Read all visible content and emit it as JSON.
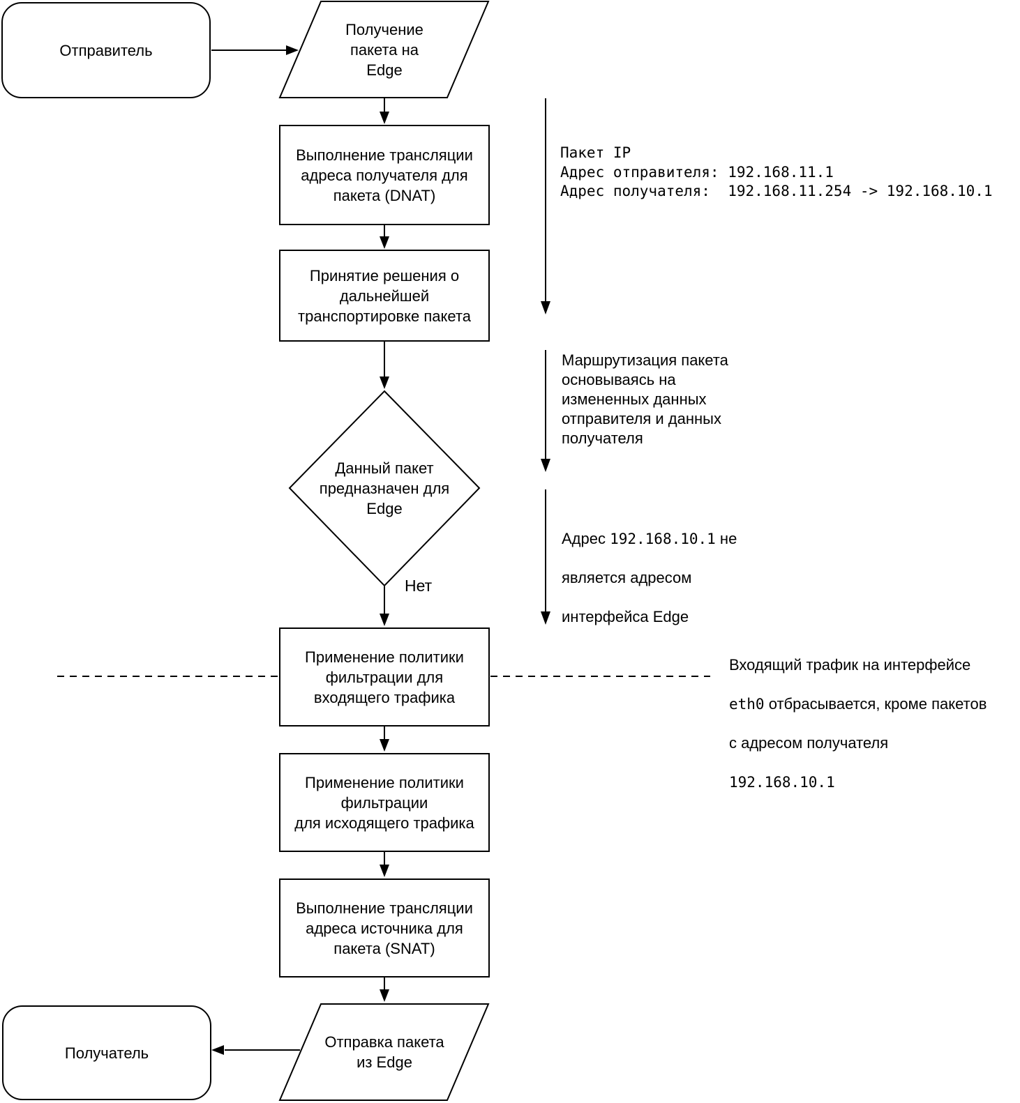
{
  "flowchart": {
    "nodes": {
      "sender": {
        "shape": "terminal",
        "label": "Отправитель"
      },
      "receive": {
        "shape": "io",
        "label": "Получение\nпакета на\nEdge"
      },
      "dnat": {
        "shape": "process",
        "label": "Выполнение трансляции\nадреса получателя для\nпакета (DNAT)"
      },
      "route_decision": {
        "shape": "process",
        "label": "Принятие решения о\nдальнейшей\nтранспортировке пакета"
      },
      "is_for_edge": {
        "shape": "decision",
        "label": "Данный пакет\nпредназначен для\nEdge"
      },
      "filter_in": {
        "shape": "process",
        "label": "Применение политики\nфильтрации для\nвходящего трафика"
      },
      "filter_out": {
        "shape": "process",
        "label": "Применение политики\nфильтрации\nдля исходящего трафика"
      },
      "snat": {
        "shape": "process",
        "label": "Выполнение трансляции\nадреса источника для\nпакета (SNAT)"
      },
      "send": {
        "shape": "io",
        "label": "Отправка пакета\nиз Edge"
      },
      "receiver": {
        "shape": "terminal",
        "label": "Получатель"
      }
    },
    "branch_labels": {
      "no": "Нет"
    }
  },
  "annotations": {
    "packet_info": {
      "text": "Пакет IP\nАдрес отправителя: 192.168.11.1\nАдрес получателя:  192.168.11.254 -> 192.168.10.1"
    },
    "routing_note": {
      "text": "Маршрутизация пакета\nосновываясь на\nизмененных данных\nотправителя и данных\nполучателя"
    },
    "address_note": {
      "line1_pre": "Адрес ",
      "line1_ip": "192.168.10.1",
      "line1_post": " не",
      "line2": "является адресом",
      "line3": "интерфейса Edge"
    },
    "filter_note": {
      "line1": "Входящий трафик на интерфейсе",
      "line2_code": "eth0",
      "line2_rest": " отбрасывается, кроме пакетов",
      "line3": "с адресом получателя",
      "line4_ip": "192.168.10.1"
    }
  },
  "colors": {
    "stroke": "#000000",
    "background": "#ffffff",
    "text": "#000000"
  }
}
